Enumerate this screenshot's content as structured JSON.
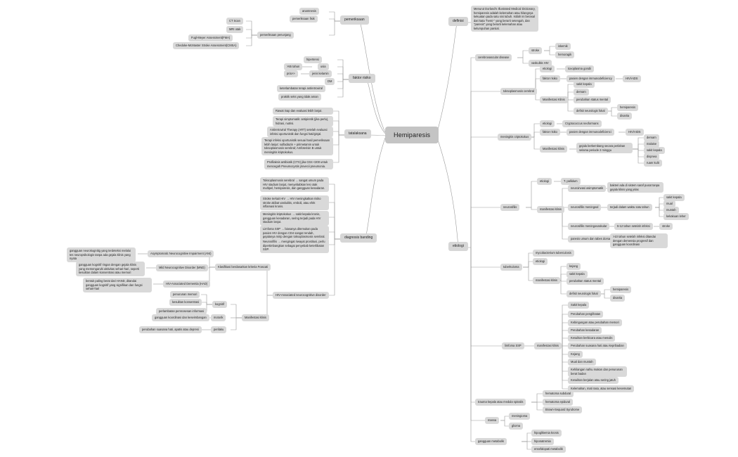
{
  "root": {
    "label": "Hemiparesis"
  },
  "colors": {
    "node_bg": "#d9d9d9",
    "root_bg": "#c4c4c4",
    "line": "#9a9a9a",
    "text": "#232323"
  },
  "branches": {
    "pemeriksaan": {
      "label": "pemeriksaan",
      "children": [
        {
          "label": "anamnesis"
        },
        {
          "label": "pemeriksaan fisik"
        },
        {
          "label": "pemeriksaan penunjang",
          "children": [
            {
              "label": "CT Scan"
            },
            {
              "label": "MRI otak"
            },
            {
              "label": "Fugl-Meyer Assessment(FMA)"
            },
            {
              "label": "Chedoke-McMaster Stroke Assessment(CMSA)"
            }
          ]
        }
      ]
    },
    "faktor_risiko": {
      "label": "faktor risiko",
      "children": [
        {
          "label": "hipertensi"
        },
        {
          "label": "usia",
          "children": [
            {
              "label": ">55 tahun"
            }
          ]
        },
        {
          "label": "jenis kelamin",
          "children": [
            {
              "label": "pria>>"
            }
          ]
        },
        {
          "label": "DM"
        },
        {
          "label": "keterlambatan terapi antiretroviral"
        },
        {
          "label": "praktik seks yang tidak aman"
        }
      ]
    },
    "tatalaksana": {
      "label": "tatalaksana",
      "children": [
        {
          "label": "Rawat inap dan evaluasi lebih lanjut."
        },
        {
          "label": "Terapi simptomatik: antipiretik (jika perlu), hidrasi, nutrisi."
        },
        {
          "label": "Antiretroviral Therapy (ART) setelah evaluasi infeksi oportunistik dan fungsi hati/ginjal."
        },
        {
          "label": "Terapi infeksi oportunistik sesuai hasil pemeriksaan lebih lanjut: sulfadiazin + pirimetamin untuk toksoplasmosis serebral; Amfoterisin B untuk meningitis kriptokokus."
        },
        {
          "label": "Profilaksis antibiotik (CTX) jika CD4 <200 untuk mencegah Pneumocystis jirovecii pneumonia."
        }
      ]
    },
    "diagnosis_banding": {
      "label": "diagnosis banding",
      "children": [
        {
          "label": "Toksoplasmosis serebral → sangat umum pada HIV stadium lanjut, menyebabkan lesi otak multipel, hemiparesis, dan gangguan kesadaran."
        },
        {
          "label": "Stroke terkait HIV → HIV meningkatkan risiko stroke akibat vaskulitis, emboli, atau efek inflamasi kronis."
        },
        {
          "label": "Meningitis kriptokokus → sakit kepala kronis, gangguan kesadaran, sering terjadi pada HIV stadium lanjut."
        },
        {
          "label": "Limfoma SSP → biasanya ditemukan pada pasien HIV dengan CD4 sangat rendah, gejalanya mirip dengan toksoplasmosis serebral."
        },
        {
          "label": "Neurosifilis → mengingat riwayat prostitusi, perlu dipertimbangkan sebagai penyebab keterlibatan SSP."
        },
        {
          "label": "HIV-Associated neurocognitive disorder",
          "children": [
            {
              "label": "Klasifikasi berdasarkan kriteria Frascati",
              "children": [
                {
                  "label": "Asymptomatic Neurocognitive Impairment (ANI)",
                  "desc": "gangguan neurokognitig yang terdeteksi melalui tes neuropsikologis tanpa ada gejala klinis yang nyata"
                },
                {
                  "label": "Mild Neurocognitive Disorder (MND)",
                  "desc": "gangguan kognitif ringan dengan gejala klinis yang memengaruhi aktivitas sehari-hari, seperti kesulitan dalam konsentrasi atau memori"
                },
                {
                  "label": "HIV-Associated Dementia (HAD)",
                  "desc": "bentuk paling berat dari HAND, ditandai gangguan kognitif yang signifikan dan fungsi sehari-hari"
                }
              ]
            },
            {
              "label": "Manifestasi klinis",
              "children": [
                {
                  "label": "kognitif",
                  "children": [
                    {
                      "label": "penurunan memori"
                    },
                    {
                      "label": "kesulitan konsentrasi"
                    },
                    {
                      "label": "perlambatan pemrosesan informasi"
                    }
                  ]
                },
                {
                  "label": "motorik",
                  "children": [
                    {
                      "label": "gangguan koordinasi dan keseimbangan"
                    }
                  ]
                },
                {
                  "label": "perilaku",
                  "children": [
                    {
                      "label": "perubahan suasana hati, apatis atau depresi"
                    }
                  ]
                }
              ]
            }
          ]
        }
      ]
    },
    "definisi": {
      "label": "definisi",
      "children": [
        {
          "label": "Menurut Dorland's Illustrated Medical Dictionary, hemiparesis adalah kelemahan atau hilangnya kekuatan pada satu sisi tubuh. Istilah ini berasal dari kata \"hemi-\" yang berarti setengah, dan \"paresis\" yang berarti kelemahan atau kelumpuhan parsial."
        }
      ]
    },
    "etiologi": {
      "label": "etiologi",
      "children": [
        {
          "label": "cerebrovascular disease",
          "children": [
            {
              "label": "stroke",
              "children": [
                {
                  "label": "iskemik"
                },
                {
                  "label": "hemoragik"
                }
              ]
            },
            {
              "label": "vaskulitis HIV"
            }
          ]
        },
        {
          "label": "toksoplasmosis cerebral",
          "children": [
            {
              "label": "etiologi",
              "children": [
                {
                  "label": "toxoplasma gondii"
                }
              ]
            },
            {
              "label": "faktor risiko",
              "children": [
                {
                  "label": "pasien dengan immunodeficiency",
                  "children": [
                    {
                      "label": "HIV/AIDS"
                    }
                  ]
                }
              ]
            },
            {
              "label": "Manifestasi Klinis",
              "children": [
                {
                  "label": "sakit kepala"
                },
                {
                  "label": "demam"
                },
                {
                  "label": "perubahan status mental"
                },
                {
                  "label": "defisit neurologis fokal",
                  "children": [
                    {
                      "label": "hemiparesis"
                    },
                    {
                      "label": "disartia"
                    }
                  ]
                }
              ]
            }
          ]
        },
        {
          "label": "meningitis criptokokus",
          "children": [
            {
              "label": "etiologi",
              "children": [
                {
                  "label": "Cryptococcus neoformans"
                }
              ]
            },
            {
              "label": "faktor risiko",
              "children": [
                {
                  "label": "pasien dengan immunodeficienci",
                  "children": [
                    {
                      "label": "HIV/AIDS"
                    }
                  ]
                }
              ]
            },
            {
              "label": "Manifestasi klinis",
              "children": [
                {
                  "label": "gejala berkembang secara perlahan selama periode 2 minggu",
                  "children": [
                    {
                      "label": "demam"
                    },
                    {
                      "label": "malaise"
                    },
                    {
                      "label": "sakit kepala"
                    },
                    {
                      "label": "dispnea"
                    },
                    {
                      "label": "ruam kulit"
                    }
                  ]
                }
              ]
            }
          ]
        },
        {
          "label": "neurosifilis",
          "children": [
            {
              "label": "etiologi",
              "children": [
                {
                  "label": "T. pallidum"
                }
              ]
            },
            {
              "label": "manifestasi klinis",
              "children": [
                {
                  "label": "neuroinvasi asimptomatik",
                  "children": [
                    {
                      "label": "bakteri ada di sistem saraf pusat tanpa gejala klinis yang jelas"
                    }
                  ]
                },
                {
                  "label": "neurosifilis meningeal",
                  "children": [
                    {
                      "label": "terjadi dalam waktu satu tahun",
                      "children": [
                        {
                          "label": "sakit kepala"
                        },
                        {
                          "label": "mual"
                        },
                        {
                          "label": "muntah"
                        },
                        {
                          "label": "kekakuan leher"
                        }
                      ]
                    }
                  ]
                },
                {
                  "label": "neurosifilis meningovaskular",
                  "children": [
                    {
                      "label": "5-12 tahun setelah infeksi",
                      "children": [
                        {
                          "label": "stroke"
                        }
                      ]
                    }
                  ]
                },
                {
                  "label": "paresis umum dan tabes dorsalis",
                  "children": [
                    {
                      "label": ">10 tahun setelah infeksi ditandai dengan demensia progresif dan gangguan koordinasi"
                    }
                  ]
                }
              ]
            }
          ]
        },
        {
          "label": "tuberkuloma",
          "children": [
            {
              "label": "mycobacterium tuberculosis"
            },
            {
              "label": "etiologi"
            },
            {
              "label": "manifestasi klinis",
              "children": [
                {
                  "label": "kejang"
                },
                {
                  "label": "sakit kepala"
                },
                {
                  "label": "perubahan status mental"
                },
                {
                  "label": "defisit neurologis fokal",
                  "children": [
                    {
                      "label": "hemiparesis"
                    },
                    {
                      "label": "disartia"
                    }
                  ]
                }
              ]
            }
          ]
        },
        {
          "label": "limfoma SSP",
          "children": [
            {
              "label": "manifestasi klinis",
              "children": [
                {
                  "label": "Sakit kepala"
                },
                {
                  "label": "Perubahan penglihatan"
                },
                {
                  "label": "Kebingungan atau perubahan memori"
                },
                {
                  "label": "Perubahan kesadaran"
                },
                {
                  "label": "Kesulitan berbicara atau menulis"
                },
                {
                  "label": "Perubahan suasana hati atau kepribadian"
                },
                {
                  "label": "Kejang"
                },
                {
                  "label": "Mual dan muntah"
                },
                {
                  "label": "Kehilangan nafsu makan dan penurunan berat badan"
                },
                {
                  "label": "Kesulitan berjalan atau sering jatuh"
                },
                {
                  "label": "Kelemahan, mati rasa, atau sensasi kesemutan"
                }
              ]
            }
          ]
        },
        {
          "label": "trauma kepala atau medula spinalis",
          "children": [
            {
              "label": "hematoma subdural"
            },
            {
              "label": "hematoma epidural"
            },
            {
              "label": "Brown-Sequard Syndrome"
            }
          ]
        },
        {
          "label": "massa",
          "children": [
            {
              "label": "meningioma"
            },
            {
              "label": "glioma"
            }
          ]
        },
        {
          "label": "gangguan metabolik",
          "children": [
            {
              "label": "hipoglikemia kronis"
            },
            {
              "label": "hiponatremia"
            },
            {
              "label": "ensefalopati metabolik"
            }
          ]
        }
      ]
    }
  }
}
